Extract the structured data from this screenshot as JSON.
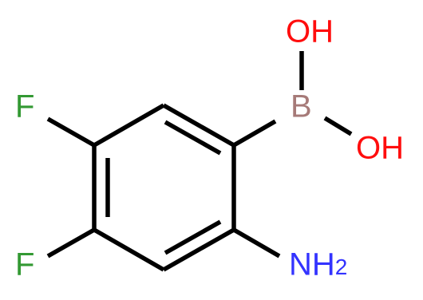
{
  "molecule": {
    "atoms": {
      "F1": {
        "label": "F",
        "color": "#339933"
      },
      "F2": {
        "label": "F",
        "color": "#339933"
      },
      "B": {
        "label": "B",
        "color": "#a67a78"
      },
      "OH1": {
        "label": "OH",
        "color": "#ff0d0d"
      },
      "OH2": {
        "label": "OH",
        "color": "#ff0d0d"
      },
      "N": {
        "label": "NH",
        "subscript": "2",
        "color": "#3333ff"
      }
    }
  }
}
